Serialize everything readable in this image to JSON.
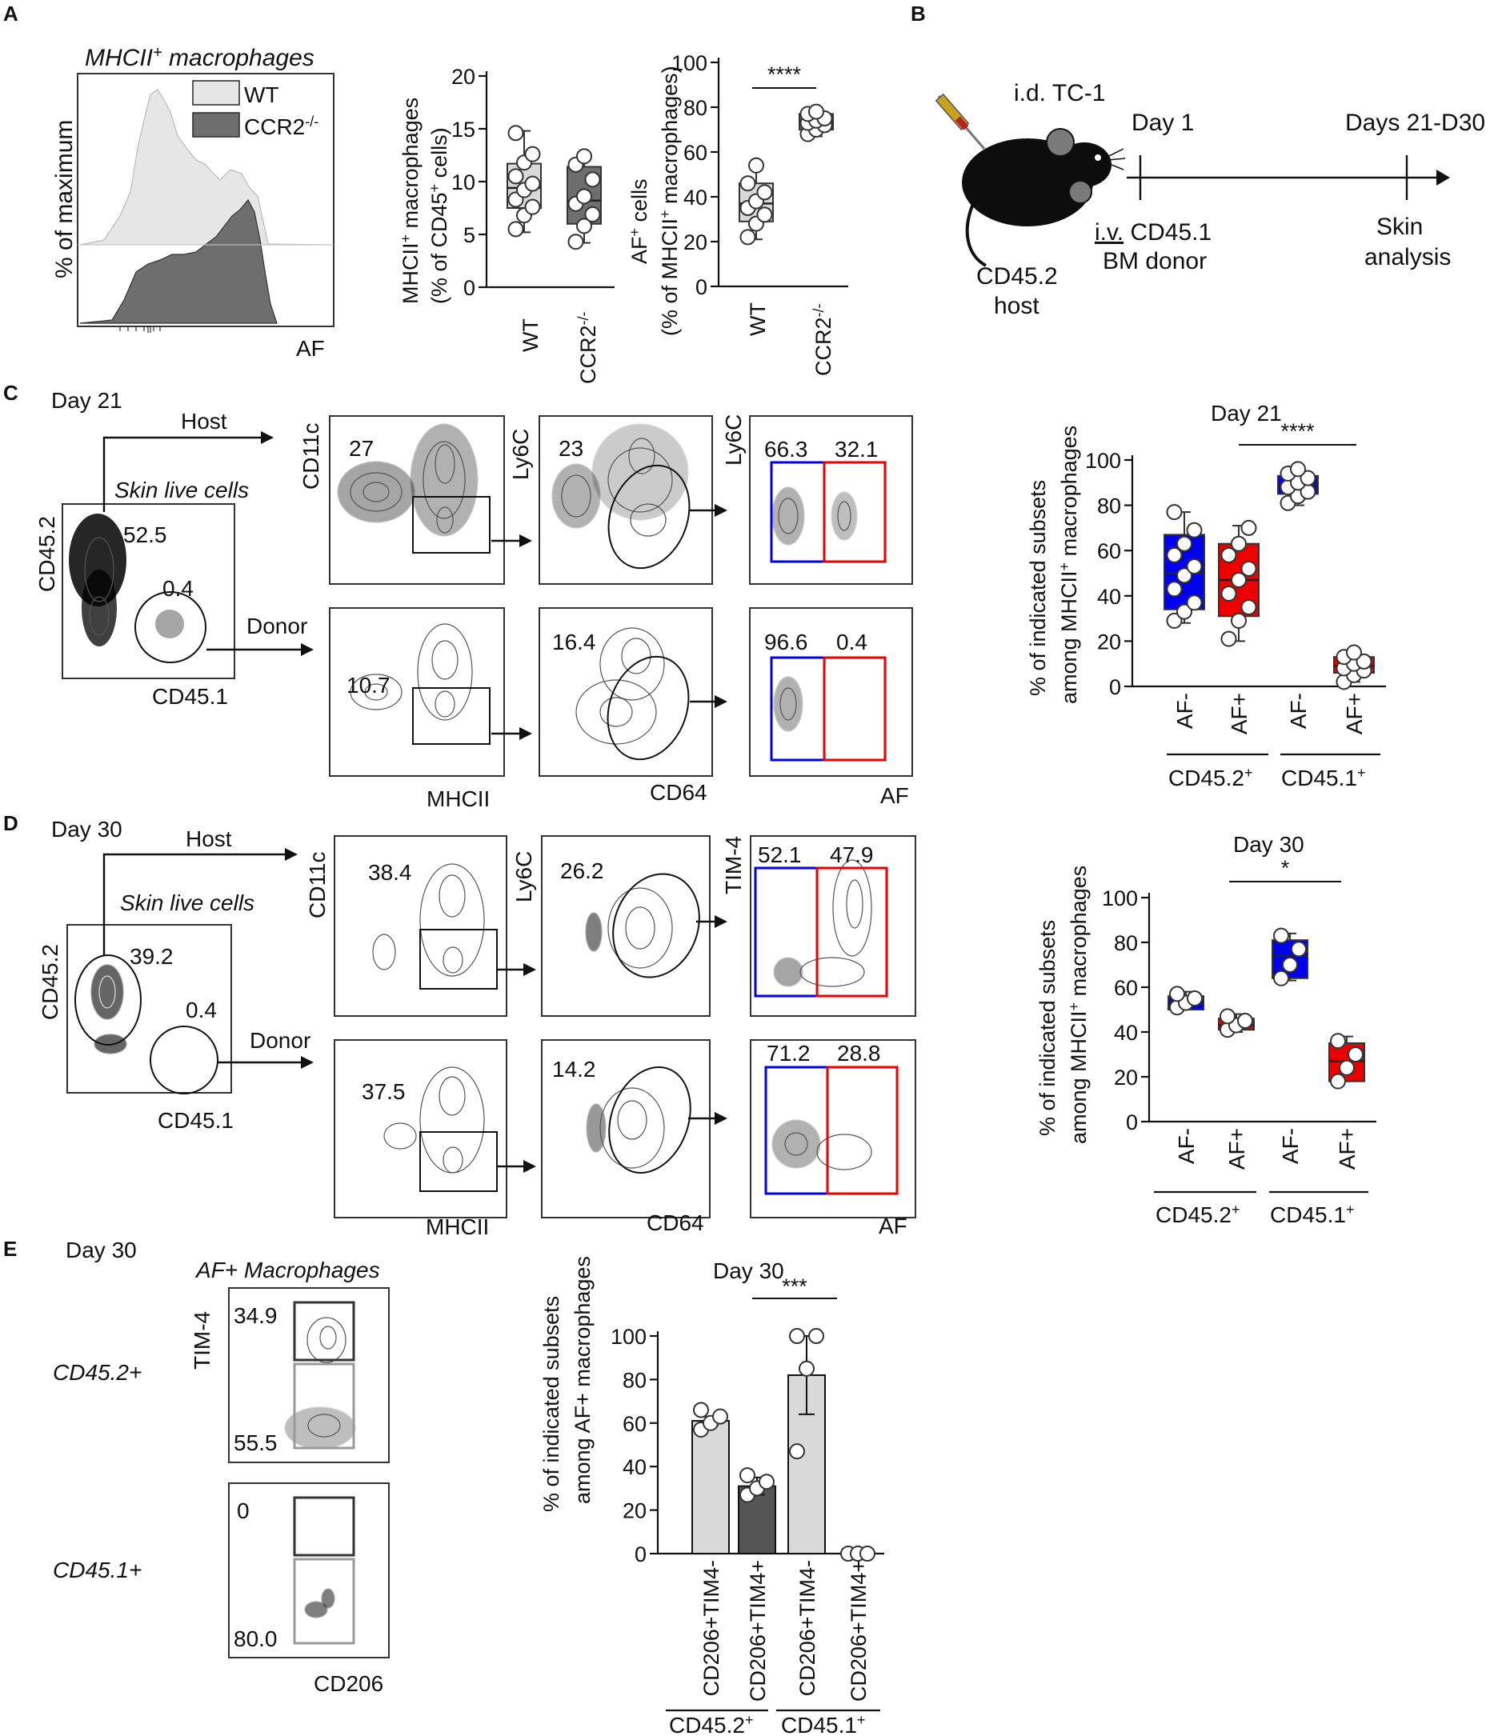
{
  "panels": {
    "A": {
      "letter": "A",
      "hist": {
        "title": "MHCII",
        "title_sup": "+",
        "title_rest": " macrophages",
        "ylabel": "% of maximum",
        "xlabel": "AF",
        "legend": [
          {
            "label": "WT",
            "sup": "",
            "color": "#e6e6e6"
          },
          {
            "label": "CCR2",
            "sup": "-/-",
            "color": "#6e6e6e"
          }
        ]
      },
      "box1": {
        "ylabel_1": "MHCII",
        "ylabel_1_sup": "+",
        "ylabel_1_rest": " macrophages",
        "ylabel_2": "(% of CD45",
        "ylabel_2_sup": "+",
        "ylabel_2_rest": " cells)",
        "ticks": [
          "0",
          "5",
          "10",
          "15",
          "20"
        ],
        "categories": [
          {
            "label": "WT",
            "sup": ""
          },
          {
            "label": "CCR2",
            "sup": "-/-"
          }
        ]
      },
      "box2": {
        "ylabel_1": "AF",
        "ylabel_1_sup": "+",
        "ylabel_1_rest": " cells",
        "ylabel_2": "(% of  MHCII",
        "ylabel_2_sup": "+",
        "ylabel_2_rest": " macrophages)",
        "ticks": [
          "0",
          "20",
          "40",
          "60",
          "80",
          "100"
        ],
        "categories": [
          {
            "label": "WT",
            "sup": ""
          },
          {
            "label": "CCR2",
            "sup": "-/-"
          }
        ],
        "sig": "****"
      }
    },
    "B": {
      "letter": "B",
      "injection": "i.d. TC-1",
      "day1": "Day 1",
      "days_end": "Days 21-D30",
      "iv_1": "i.v.",
      "iv_1_rest": " CD45.1",
      "iv_2": "BM donor",
      "host_1": "CD45.2",
      "host_2": "host",
      "skin_1": "Skin",
      "skin_2": "analysis"
    },
    "C": {
      "letter": "C",
      "day": "Day 21",
      "host_label": "Host",
      "donor_label": "Donor",
      "gate_title": "Skin live cells",
      "cd452_label": "CD45.2",
      "cd451_label": "CD45.1",
      "cd452_pct": "52.5",
      "cd451_pct": "0.4",
      "host_row": {
        "p1_y": "CD11c",
        "p1_pct": "27",
        "p2_y": "Ly6C",
        "p2_pct": "23",
        "p3_y": "Ly6C",
        "p3_left": "66.3",
        "p3_right": "32.1"
      },
      "donor_row": {
        "p1_pct": "10.7",
        "p2_pct": "16.4",
        "p3_left": "96.6",
        "p3_right": "0.4",
        "x1": "MHCII",
        "x2": "CD64",
        "x3": "AF"
      },
      "box": {
        "title": "Day 21",
        "ylabel_1": "% of indicated subsets",
        "ylabel_2": "among MHCII",
        "ylabel_2_sup": "+",
        "ylabel_2_rest": " macrophages",
        "ticks": [
          "0",
          "20",
          "40",
          "60",
          "80",
          "100"
        ],
        "categories": [
          "AF-",
          "AF+",
          "AF-",
          "AF+"
        ],
        "groups": [
          {
            "label": "CD45.2",
            "sup": "+"
          },
          {
            "label": "CD45.1",
            "sup": "+"
          }
        ],
        "sig": "****"
      }
    },
    "D": {
      "letter": "D",
      "day": "Day 30",
      "host_label": "Host",
      "donor_label": "Donor",
      "gate_title": "Skin live cells",
      "cd452_label": "CD45.2",
      "cd451_label": "CD45.1",
      "cd452_pct": "39.2",
      "cd451_pct": "0.4",
      "host_row": {
        "p1_y": "CD11c",
        "p1_pct": "38.4",
        "p2_y": "Ly6C",
        "p2_pct": "26.2",
        "p3_y": "TIM-4",
        "p3_left": "52.1",
        "p3_right": "47.9"
      },
      "donor_row": {
        "p1_pct": "37.5",
        "p2_pct": "14.2",
        "p3_left": "71.2",
        "p3_right": "28.8",
        "x1": "MHCII",
        "x2": "CD64",
        "x3": "AF"
      },
      "box": {
        "title": "Day 30",
        "ylabel_1": "% of indicated subsets",
        "ylabel_2": "among MHCII",
        "ylabel_2_sup": "+",
        "ylabel_2_rest": " macrophages",
        "ticks": [
          "0",
          "20",
          "40",
          "60",
          "80",
          "100"
        ],
        "categories": [
          "AF-",
          "AF+",
          "AF-",
          "AF+"
        ],
        "groups": [
          {
            "label": "CD45.2",
            "sup": "+"
          },
          {
            "label": "CD45.1",
            "sup": "+"
          }
        ],
        "sig": "*"
      }
    },
    "E": {
      "letter": "E",
      "day": "Day 30",
      "plot_title": "AF+ Macrophages",
      "row1_label": "CD45.2+",
      "row2_label": "CD45.1+",
      "ylabel": "TIM-4",
      "xlabel": "CD206",
      "row1_top": "34.9",
      "row1_bottom": "55.5",
      "row2_top": "0",
      "row2_bottom": "80.0",
      "bar": {
        "title": "Day 30",
        "ylabel_1": "% of indicated subsets",
        "ylabel_2": "among AF+ macrophages",
        "ticks": [
          "0",
          "20",
          "40",
          "60",
          "80",
          "100"
        ],
        "categories": [
          "CD206+TIM4-",
          "CD206+TIM4+",
          "CD206+TIM4-",
          "CD206+TIM4+"
        ],
        "groups": [
          {
            "label": "CD45.2",
            "sup": "+"
          },
          {
            "label": "CD45.1",
            "sup": "+"
          }
        ],
        "sig": "***"
      }
    }
  },
  "chart_data": [
    {
      "type": "box",
      "panel": "A",
      "ylabel": "MHCII+ macrophages (% of CD45+ cells)",
      "ylim": [
        0,
        20
      ],
      "categories": [
        "WT",
        "CCR2-/-"
      ],
      "colors": [
        "#d9d9d9",
        "#6e6e6e"
      ],
      "boxes": [
        {
          "min": 5.2,
          "q1": 7.5,
          "median": 9.4,
          "q3": 11.7,
          "max": 14.8,
          "points": [
            5.5,
            6.8,
            7.6,
            8.3,
            9.2,
            9.8,
            10.5,
            11.8,
            12.6,
            14.6
          ]
        },
        {
          "min": 4.2,
          "q1": 6.0,
          "median": 8.2,
          "q3": 11.4,
          "max": 12.6,
          "points": [
            4.3,
            5.8,
            6.9,
            7.9,
            8.6,
            10.2,
            11.6,
            12.4
          ]
        }
      ]
    },
    {
      "type": "box",
      "panel": "A",
      "ylabel": "AF+ cells (% of  MHCII+ macrophages)",
      "ylim": [
        0,
        100
      ],
      "categories": [
        "WT",
        "CCR2-/-"
      ],
      "colors": [
        "#d9d9d9",
        "#6e6e6e"
      ],
      "boxes": [
        {
          "min": 21,
          "q1": 29,
          "median": 37,
          "q3": 46,
          "max": 55,
          "points": [
            22,
            28,
            32,
            35,
            38,
            42,
            46,
            54
          ]
        },
        {
          "min": 67,
          "q1": 70,
          "median": 73,
          "q3": 77,
          "max": 79,
          "points": [
            68,
            70,
            72,
            73,
            74,
            75,
            77,
            78
          ]
        }
      ],
      "significance": "****"
    },
    {
      "type": "box",
      "panel": "C",
      "title": "Day 21",
      "ylim": [
        0,
        100
      ],
      "categories": [
        "AF-",
        "AF+",
        "AF-",
        "AF+"
      ],
      "colors": [
        "#0000ee",
        "#ee0000",
        "#0000ee",
        "#ee0000"
      ],
      "boxes": [
        {
          "min": 28,
          "q1": 34,
          "median": 50,
          "q3": 67,
          "max": 77,
          "points": [
            29,
            33,
            37,
            43,
            49,
            53,
            58,
            63,
            69,
            77
          ]
        },
        {
          "min": 20,
          "q1": 31,
          "median": 47,
          "q3": 63,
          "max": 71,
          "points": [
            21,
            29,
            35,
            41,
            47,
            52,
            58,
            63,
            70
          ]
        },
        {
          "min": 80,
          "q1": 85,
          "median": 89,
          "q3": 93,
          "max": 97,
          "points": [
            81,
            84,
            86,
            88,
            90,
            92,
            94,
            96
          ]
        },
        {
          "min": 2,
          "q1": 6,
          "median": 9,
          "q3": 13,
          "max": 16,
          "points": [
            2,
            5,
            7,
            8,
            10,
            11,
            13,
            15
          ]
        }
      ],
      "significance": "****"
    },
    {
      "type": "box",
      "panel": "D",
      "title": "Day 30",
      "ylim": [
        0,
        100
      ],
      "categories": [
        "AF-",
        "AF+",
        "AF-",
        "AF+"
      ],
      "colors": [
        "#0000ee",
        "#ee0000",
        "#0000ee",
        "#ee0000"
      ],
      "boxes": [
        {
          "min": 50,
          "q1": 50,
          "median": 53,
          "q3": 56,
          "max": 58,
          "points": [
            51,
            53,
            55,
            57
          ]
        },
        {
          "min": 40,
          "q1": 41,
          "median": 43,
          "q3": 46,
          "max": 48,
          "points": [
            41,
            43,
            45,
            47
          ]
        },
        {
          "min": 63,
          "q1": 64,
          "median": 74,
          "q3": 81,
          "max": 84,
          "points": [
            64,
            70,
            77,
            83
          ]
        },
        {
          "min": 18,
          "q1": 18,
          "median": 27,
          "q3": 35,
          "max": 38,
          "points": [
            18,
            24,
            30,
            36
          ]
        }
      ],
      "significance": "*"
    },
    {
      "type": "bar",
      "panel": "E",
      "title": "Day 30",
      "ylim": [
        0,
        100
      ],
      "categories": [
        "CD206+TIM4-",
        "CD206+TIM4+",
        "CD206+TIM4-",
        "CD206+TIM4+"
      ],
      "colors": [
        "#d9d9d9",
        "#555555",
        "#d9d9d9",
        "#555555"
      ],
      "values": [
        61,
        31,
        82,
        0
      ],
      "errors": [
        2,
        4,
        18,
        0.4
      ],
      "points": [
        [
          57,
          60,
          63,
          66
        ],
        [
          27,
          30,
          33,
          36
        ],
        [
          47,
          85,
          100,
          100
        ],
        [
          0,
          0,
          0
        ]
      ],
      "significance": "***"
    }
  ]
}
